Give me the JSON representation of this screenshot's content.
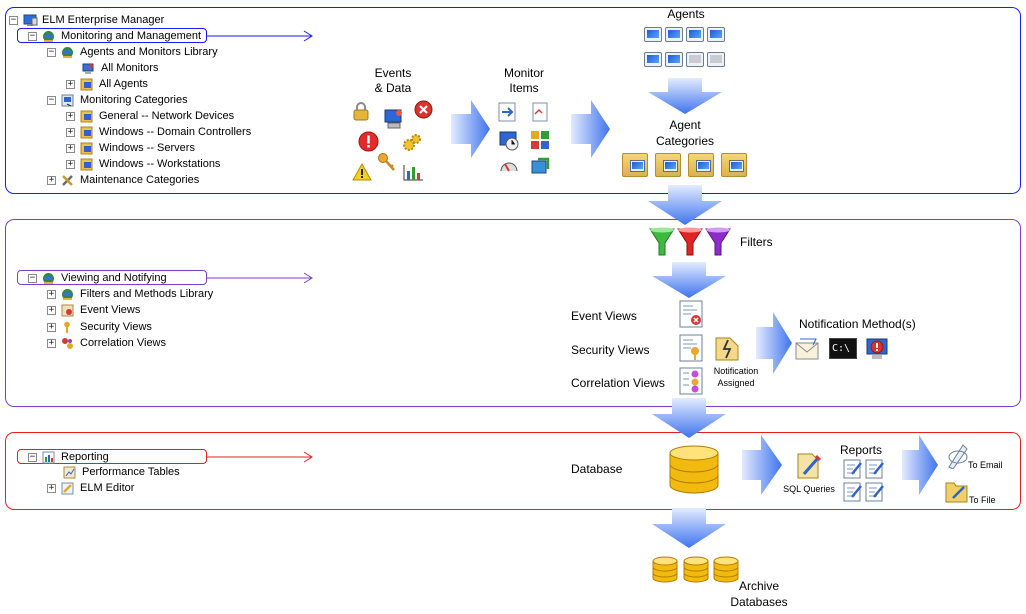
{
  "tree": {
    "root": "ELM Enterprise Manager",
    "monitoring": {
      "label": "Monitoring and Management",
      "library": "Agents and Monitors Library",
      "all_monitors": "All Monitors",
      "all_agents": "All Agents",
      "categories": "Monitoring Categories",
      "general": "General -- Network Devices",
      "dc": "Windows -- Domain Controllers",
      "servers": "Windows -- Servers",
      "workstations": "Windows -- Workstations",
      "maintenance": "Maintenance Categories"
    },
    "viewing": {
      "label": "Viewing and Notifying",
      "filters_library": "Filters and Methods Library",
      "event_views": "Event Views",
      "security_views": "Security Views",
      "correlation_views": "Correlation Views"
    },
    "reporting": {
      "label": "Reporting",
      "performance": "Performance Tables",
      "editor": "ELM Editor"
    },
    "expander_plus": "+",
    "expander_minus": "−"
  },
  "diagram": {
    "events_data": "Events\n& Data",
    "monitor_items": "Monitor\nItems",
    "agents": "Agents",
    "agent_categories": "Agent\nCategories",
    "filters": "Filters",
    "event_views": "Event Views",
    "security_views": "Security Views",
    "correlation_views": "Correlation Views",
    "notification_assigned": "Notification\nAssigned",
    "notification_methods": "Notification Method(s)",
    "cmd_text": "C:\\",
    "database": "Database",
    "sql_queries": "SQL Queries",
    "reports": "Reports",
    "to_email": "To Email",
    "to_file": "To File",
    "archive": "Archive\nDatabases"
  },
  "colors": {
    "panel_blue": "#1a1aff",
    "panel_purple": "#7a3fc7",
    "panel_red": "#e02222",
    "arrow_blue": "#4c7ef0",
    "arrow_light": "#dbe7ff"
  },
  "icons": [
    "computer-icon",
    "globe-icon",
    "monitor-icon",
    "folder-icon",
    "lock-icon",
    "error-icon",
    "gear-icon",
    "key-icon",
    "warning-icon",
    "chart-icon",
    "filter-icon",
    "document-icon",
    "envelope-icon",
    "console-icon",
    "database-icon",
    "pencil-icon"
  ]
}
